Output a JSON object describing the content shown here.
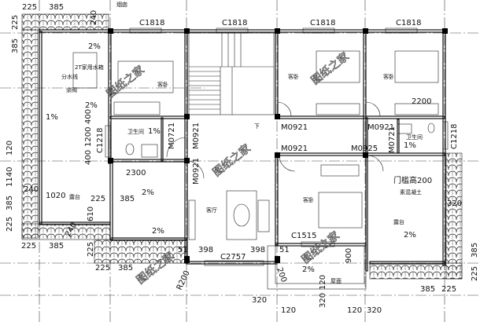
{
  "colors": {
    "line": "#111111",
    "background": "#ffffff"
  },
  "top": {
    "chimney": "烟囱",
    "dim_225": "225",
    "dim_385": "385",
    "dim_240": "240"
  },
  "windows": {
    "w1": "C1818",
    "w2": "C1818",
    "w3": "C1818",
    "w4": "C1818",
    "bath_left": "C1218",
    "bath_right": "C1218",
    "living": "C2757",
    "bedroom4": "C1515"
  },
  "doors": {
    "bath_left": "M0721",
    "living_a": "M0921",
    "living_b": "M0921",
    "bed2": "M0921",
    "bed3": "M0921",
    "bed4": "M0921",
    "terrace": "M0925",
    "bath_right": "M0721"
  },
  "rooms": {
    "bed1": "客卧",
    "bed2": "客卧",
    "bed3": "客卧",
    "bed4": "客卧",
    "bath_left": "卫生间",
    "bath_right": "卫生间",
    "living": "客厅",
    "terrace_left": "露台",
    "terrace_right": "露台",
    "roof": "屋面",
    "stairs_down": "下"
  },
  "notes": {
    "water_tank": "2T家用水箱",
    "ridge": "分水线",
    "valve": "余阀",
    "threshold": "门槛高200",
    "concrete": "素混凝土"
  },
  "slopes": {
    "s1": "2%",
    "s2": "2%",
    "s3": "1%",
    "s4": "1%",
    "s5": "2%",
    "s6": "2%",
    "s7": "1%",
    "s8": "2%",
    "s9": "2%"
  },
  "dims": {
    "left_225a": "225",
    "left_385a": "385",
    "left_120": "120",
    "left_1140": "1140",
    "left_385b": "385",
    "left_225b": "225",
    "bath_400a": "400",
    "bath_1200": "1200",
    "bath_400b": "400",
    "bath_2300": "2300",
    "bed3_2200": "2200",
    "terrace_1020": "1020",
    "terrace_240": "240",
    "b_225a": "225",
    "b_385a": "385",
    "m_225": "225",
    "m_385": "385",
    "m_610": "610",
    "m_240": "240",
    "m_225b": "225",
    "m_225c": "225",
    "m_385b": "385",
    "p_51a": "51",
    "p_398a": "398",
    "p_398b": "398",
    "p_51b": "51",
    "r200": "R200",
    "d200": "200",
    "d900": "900",
    "roof_120": "120",
    "roof_320": "320",
    "bot_320a": "320",
    "bot_120a": "120",
    "bot_120b": "120",
    "bot_320b": "320",
    "r_320": "320",
    "r_385": "385",
    "r_225": "225",
    "rv_385": "385",
    "rv_225": "225"
  },
  "watermark": "图纸之家"
}
